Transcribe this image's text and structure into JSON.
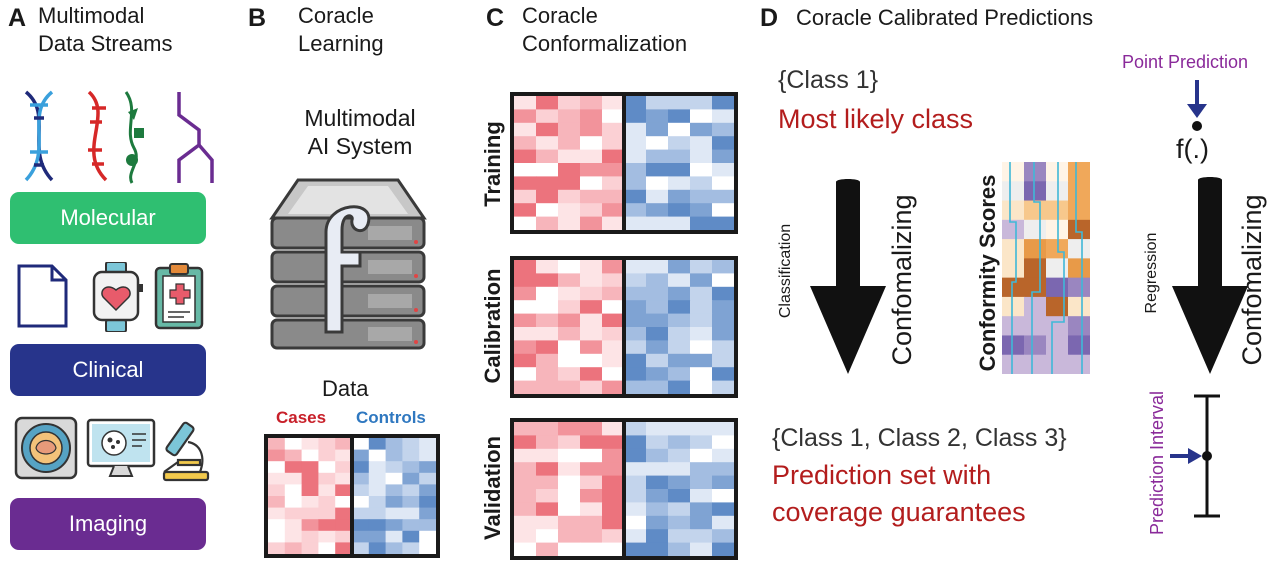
{
  "panelA": {
    "letter": "A",
    "title_line1": "Multimodal",
    "title_line2": "Data Streams",
    "molecular": "Molecular",
    "clinical": "Clinical",
    "imaging": "Imaging",
    "colors": {
      "molecular": "#2fbf71",
      "clinical": "#27348b",
      "imaging": "#6a2c91"
    }
  },
  "panelB": {
    "letter": "B",
    "title_line1": "Coracle",
    "title_line2": "Learning",
    "system_line1": "Multimodal",
    "system_line2": "AI System",
    "server_glyph": "f",
    "data_label": "Data",
    "cases": "Cases",
    "controls": "Controls",
    "colors": {
      "cases": "#c8202a",
      "controls": "#2f78c0"
    }
  },
  "panelC": {
    "letter": "C",
    "title_line1": "Coracle",
    "title_line2": "Conformalization",
    "training": "Training",
    "calibration": "Calibration",
    "validation": "Validation"
  },
  "panelD": {
    "letter": "D",
    "title": "Coracle Calibrated Predictions",
    "class1": "{Class 1}",
    "most_likely": "Most likely class",
    "classification": "Classification",
    "conformalizing": "Confomalizing",
    "conformity_scores": "Conformity Scores",
    "class_set": "{Class 1, Class 2, Class 3}",
    "pred_set_line1": "Prediction set with",
    "pred_set_line2": "coverage guarantees",
    "point_prediction": "Point Prediction",
    "f_label": "f(.)",
    "regression": "Regression",
    "prediction_interval": "Prediction Interval",
    "colors": {
      "red_text": "#b31d1d",
      "purple_text": "#8a2a9a",
      "arrow_blue": "#27348b"
    }
  }
}
